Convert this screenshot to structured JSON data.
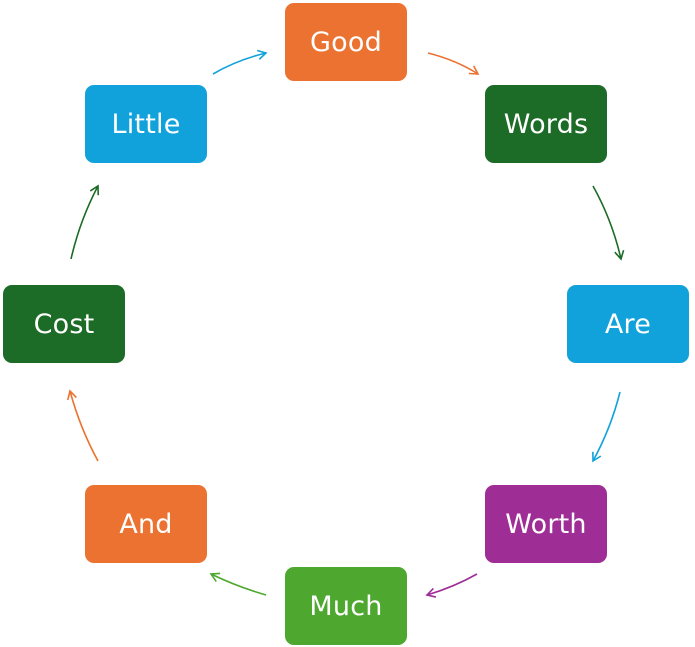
{
  "colors": {
    "orange": "#EB7230",
    "dark_green": "#1C6B26",
    "light_blue": "#12A2DB",
    "purple": "#9E2D96",
    "light_green": "#4EA82F"
  },
  "nodes": [
    {
      "label": "Good",
      "color": "#EB7230"
    },
    {
      "label": "Words",
      "color": "#1C6B26"
    },
    {
      "label": "Are",
      "color": "#12A2DB"
    },
    {
      "label": "Worth",
      "color": "#9E2D96"
    },
    {
      "label": "Much",
      "color": "#4EA82F"
    },
    {
      "label": "And",
      "color": "#EB7230"
    },
    {
      "label": "Cost",
      "color": "#1C6B26"
    },
    {
      "label": "Little",
      "color": "#12A2DB"
    }
  ],
  "arrows": [
    {
      "from": "Good",
      "to": "Words",
      "color": "#EB7230"
    },
    {
      "from": "Words",
      "to": "Are",
      "color": "#1C6B26"
    },
    {
      "from": "Are",
      "to": "Worth",
      "color": "#12A2DB"
    },
    {
      "from": "Worth",
      "to": "Much",
      "color": "#9E2D96"
    },
    {
      "from": "Much",
      "to": "And",
      "color": "#4EA82F"
    },
    {
      "from": "And",
      "to": "Cost",
      "color": "#EB7230"
    },
    {
      "from": "Cost",
      "to": "Little",
      "color": "#1C6B26"
    },
    {
      "from": "Little",
      "to": "Good",
      "color": "#12A2DB"
    }
  ]
}
